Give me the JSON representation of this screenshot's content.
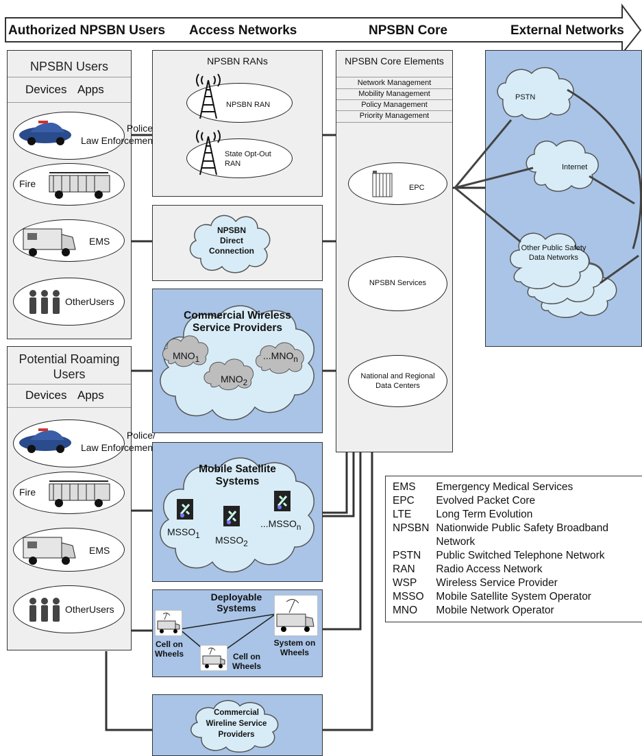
{
  "header": {
    "stages": [
      "Authorized NPSBN Users",
      "Access Networks",
      "NPSBN Core",
      "External Networks"
    ]
  },
  "users_panel": {
    "title": "NPSBN Users",
    "devices": "Devices",
    "apps": "Apps",
    "items": [
      "Police/\nLaw Enforcement",
      "Fire",
      "EMS",
      "OtherUsers"
    ]
  },
  "roaming_panel": {
    "title": "Potential Roaming\nUsers",
    "devices": "Devices",
    "apps": "Apps",
    "items": [
      "Police/\nLaw Enforcement",
      "Fire",
      "EMS",
      "OtherUsers"
    ]
  },
  "rans": {
    "title": "NPSBN RANs",
    "items": [
      "NPSBN RAN",
      "State Opt-Out\nRAN"
    ]
  },
  "direct": {
    "label": "NPSBN\nDirect\nConnection"
  },
  "commercial": {
    "title": "Commercial Wireless\nService Providers",
    "mnos": [
      {
        "base": "MNO",
        "sub": "1"
      },
      {
        "base": "MNO",
        "sub": "2"
      },
      {
        "base": "...MNO",
        "sub": "n"
      }
    ]
  },
  "satellite": {
    "title": "Mobile Satellite\nSystems",
    "items": [
      {
        "base": "MSSO",
        "sub": "1"
      },
      {
        "base": "MSSO",
        "sub": "2"
      },
      {
        "base": "...MSSO",
        "sub": "n"
      }
    ]
  },
  "deployable": {
    "title": "Deployable\nSystems",
    "items": [
      "Cell on\nWheels",
      "Cell on\nWheels",
      "System on\nWheels"
    ]
  },
  "wireline": {
    "label": "Commercial\nWireline Service\nProviders"
  },
  "core": {
    "title": "NPSBN Core Elements",
    "rows": [
      "Network Management",
      "Mobility Management",
      "Policy Management",
      "Priority Management"
    ],
    "epc": "EPC",
    "services": "NPSBN Services",
    "datacenters": "National and Regional\nData Centers"
  },
  "external": {
    "clouds": [
      "PSTN",
      "Internet",
      "Other Public Safety\nData Networks"
    ]
  },
  "legend": [
    {
      "abbr": "EMS",
      "desc": "Emergency Medical Services"
    },
    {
      "abbr": "EPC",
      "desc": "Evolved Packet Core"
    },
    {
      "abbr": "LTE",
      "desc": "Long Term Evolution"
    },
    {
      "abbr": "NPSBN",
      "desc": "Nationwide Public Safety Broadband\nNetwork"
    },
    {
      "abbr": "PSTN",
      "desc": "Public Switched Telephone Network"
    },
    {
      "abbr": "RAN",
      "desc": "Radio Access Network"
    },
    {
      "abbr": "WSP",
      "desc": "Wireless Service Provider"
    },
    {
      "abbr": "MSSO",
      "desc": "Mobile Satellite System Operator"
    },
    {
      "abbr": "MNO",
      "desc": "Mobile Network Operator"
    }
  ],
  "colors": {
    "blue_panel": "#a9c4e6",
    "cloud": "#d8ecf7",
    "gray_panel": "#efefef"
  }
}
